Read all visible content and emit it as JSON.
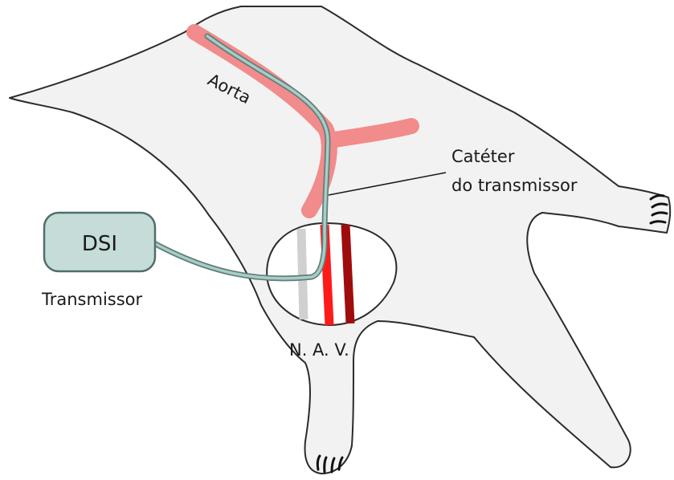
{
  "labels": {
    "aorta": "Aorta",
    "catheter_line1": "Catéter",
    "catheter_line2": "do transmissor",
    "device": "DSI",
    "transmitter": "Transmissor",
    "nav": "N. A. V."
  },
  "colors": {
    "body_fill": "#f2f2f2",
    "outline": "#2b2b2b",
    "aorta": "#f28b8b",
    "catheter": "#8fb7b0",
    "device_fill": "#c5dcd8",
    "nerve": "#d0d0d0",
    "artery": "#ff1a1a",
    "vein": "#a00c0c"
  }
}
